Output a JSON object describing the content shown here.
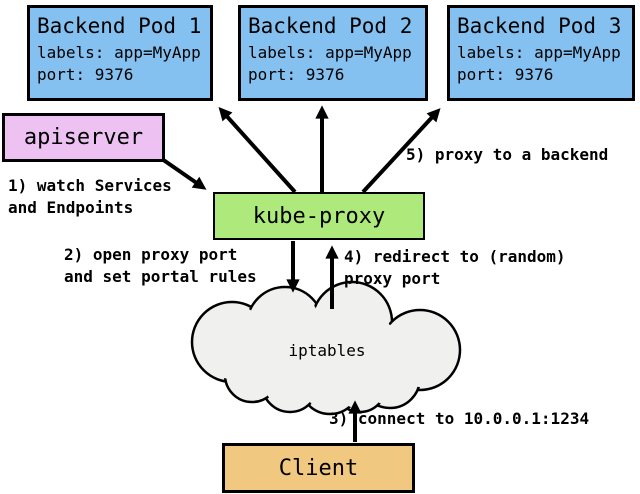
{
  "pods": [
    {
      "title": "Backend Pod 1",
      "labels_line": "labels: app=MyApp",
      "port_line": "port: 9376"
    },
    {
      "title": "Backend Pod 2",
      "labels_line": "labels: app=MyApp",
      "port_line": "port: 9376"
    },
    {
      "title": "Backend Pod 3",
      "labels_line": "labels: app=MyApp",
      "port_line": "port: 9376"
    }
  ],
  "nodes": {
    "apiserver": "apiserver",
    "kube_proxy": "kube-proxy",
    "iptables": "iptables",
    "client": "Client"
  },
  "annotations": {
    "step1_line1": "1) watch Services",
    "step1_line2": "and Endpoints",
    "step2_line1": "2) open proxy port",
    "step2_line2": "and set portal rules",
    "step3": "3) connect to 10.0.0.1:1234",
    "step4_line1": "4) redirect to (random)",
    "step4_line2": "proxy port",
    "step5": "5) proxy to a backend"
  },
  "colors": {
    "pod_fill": "#84C1F0",
    "apiserver_fill": "#EDC2F2",
    "kube_proxy_fill": "#AEE97C",
    "client_fill": "#F0C87F",
    "cloud_fill": "#F0F0EE",
    "border": "#000000",
    "arrow": "#000000"
  }
}
